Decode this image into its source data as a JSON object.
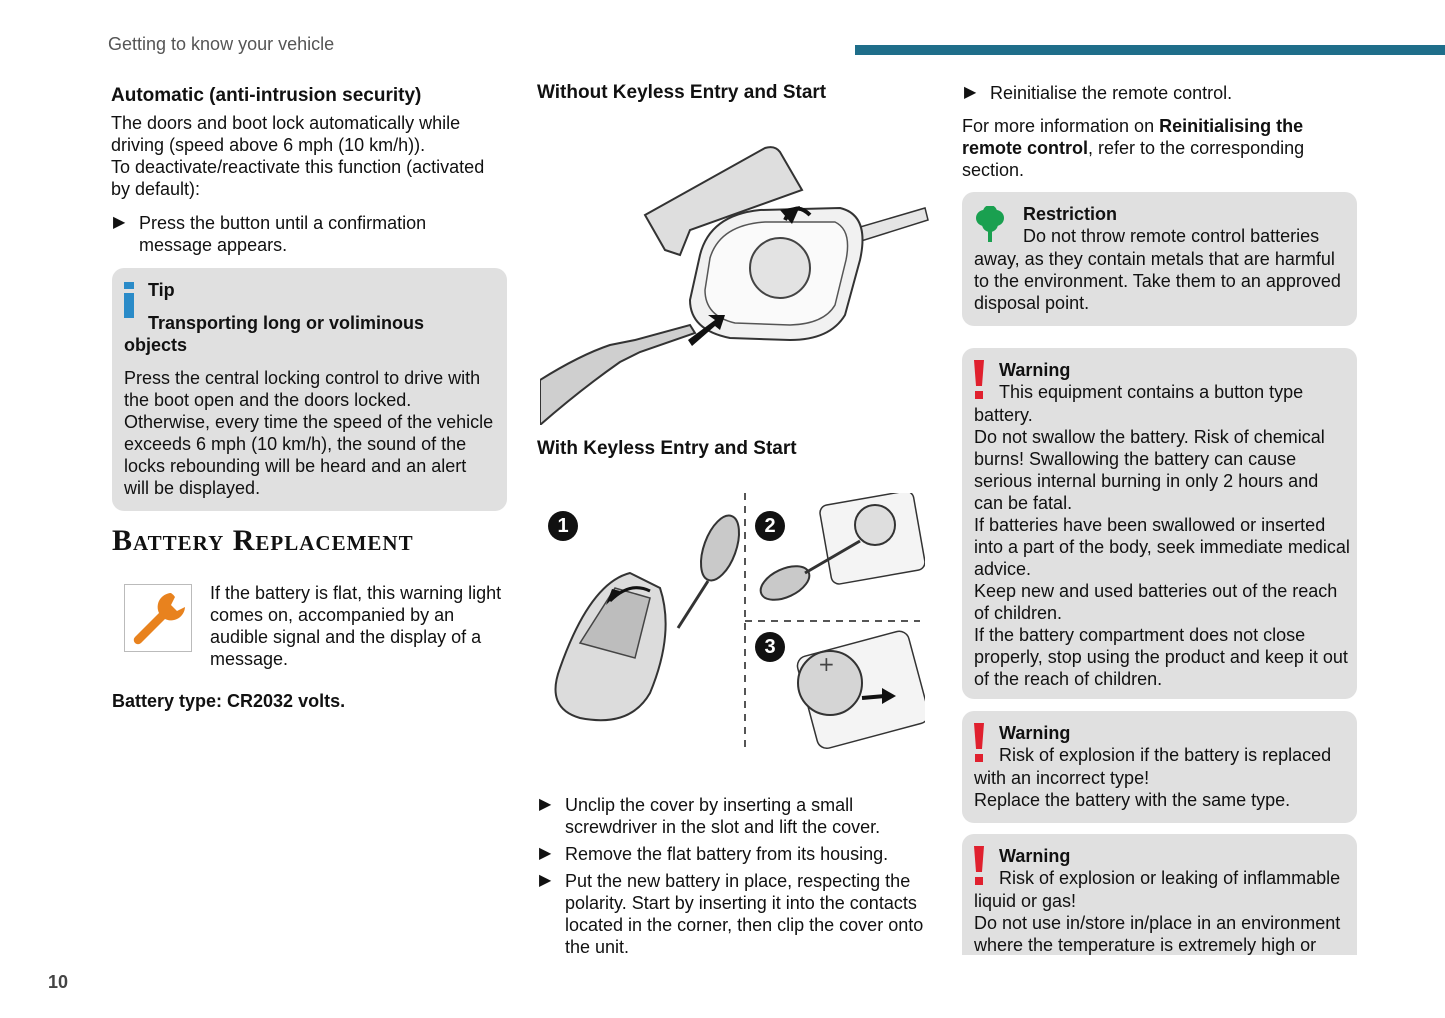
{
  "header": {
    "title": "Getting to know your vehicle"
  },
  "page_number": "10",
  "left": {
    "auto_heading": "Automatic (anti-intrusion security)",
    "auto_p1": "The doors and boot lock automatically while driving (speed above 6 mph (10 km/h)).",
    "auto_p2": "To deactivate/reactivate this function (activated by default):",
    "auto_bullet": "Press the button until a confirmation message appears.",
    "tip": {
      "title": "Tip",
      "subtitle_a": "Transporting long or voliminous",
      "subtitle_b": "objects",
      "body": "Press the central locking control to drive with the boot open and the doors locked. Otherwise, every time the speed of the vehicle exceeds 6 mph (10 km/h), the sound of the locks rebounding will be heard and an alert will be displayed."
    },
    "battery_heading": "Battery Replacement",
    "battery_text": "If the battery is flat, this warning light comes on, accompanied by an audible signal and the display of a message.",
    "battery_type": "Battery type: CR2032 volts."
  },
  "middle": {
    "without_heading": "Without Keyless Entry and Start",
    "with_heading": "With Keyless Entry and Start",
    "steps": [
      "1",
      "2",
      "3"
    ],
    "bullets": [
      "Unclip the cover by inserting a small screwdriver in the slot and lift the cover.",
      "Remove the flat battery from its housing.",
      "Put the new battery in place, respecting the polarity. Start by inserting it into the contacts located in the corner, then clip the cover onto the unit."
    ]
  },
  "right": {
    "reinit_bullet": "Reinitialise the remote control.",
    "more_info_pre": "For more information on ",
    "more_info_bold": "Reinitialising the remote control",
    "more_info_post": ", refer to the corresponding section.",
    "restriction": {
      "title": "Restriction",
      "body_first": "Do not throw remote control batteries",
      "body_rest": "away, as they contain metals that are harmful to the environment. Take them to an approved disposal point."
    },
    "warning1": {
      "title": "Warning",
      "first": "This equipment contains a button type",
      "lines": [
        "battery.",
        "Do not swallow the battery. Risk of chemical burns! Swallowing the battery can cause serious internal burning in only 2 hours and can be fatal.",
        "If batteries have been swallowed or inserted into a part of the body, seek immediate medical advice.",
        "Keep new and used batteries out of the reach of children.",
        "If the battery compartment does not close properly, stop using the product and keep it out of the reach of children."
      ]
    },
    "warning2": {
      "title": "Warning",
      "first": "Risk of explosion if the battery is replaced",
      "lines": [
        "with an incorrect type!",
        "Replace the battery with the same type."
      ]
    },
    "warning3": {
      "title": "Warning",
      "first": "Risk of explosion or leaking of inflammable",
      "lines": [
        "liquid or gas!",
        "Do not use in/store in/place in an environment where the temperature is extremely high or"
      ]
    }
  },
  "colors": {
    "header_bar": "#1f6e8a",
    "box_bg": "#e0e0e0",
    "tip_icon": "#2a8bc8",
    "wrench": "#e8821e",
    "leaf": "#1aa050",
    "warning": "#e0202e"
  }
}
